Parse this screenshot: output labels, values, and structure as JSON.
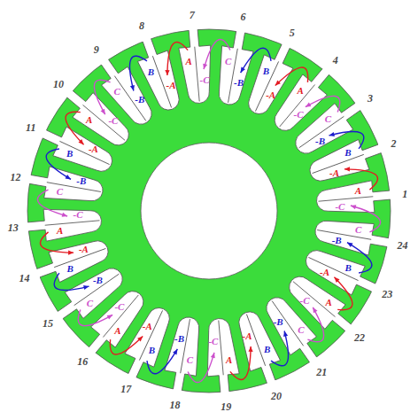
{
  "diagram": {
    "labels": [
      "1",
      "2",
      "3",
      "4",
      "5",
      "6",
      "7",
      "8",
      "9",
      "10",
      "11",
      "12",
      "13",
      "14",
      "15",
      "16",
      "17",
      "18",
      "19",
      "20",
      "21",
      "22",
      "23",
      "24",
      "A",
      "-C",
      "B",
      "-A",
      "C",
      "-B",
      "A",
      "-C",
      "B",
      "-A",
      "C",
      "-B",
      "A",
      "-C",
      "B",
      "-A",
      "C",
      "-B",
      "A",
      "-C",
      "B",
      "-A",
      "C",
      "-B",
      "A",
      "-C",
      "B",
      "-A",
      "C",
      "-B",
      "A",
      "-C",
      "B",
      "-A",
      "C",
      "-B",
      "A",
      "-C",
      "B",
      "-A",
      "C",
      "-B",
      "A",
      "-C",
      "B",
      "-A",
      "C",
      "-B"
    ]
  }
}
